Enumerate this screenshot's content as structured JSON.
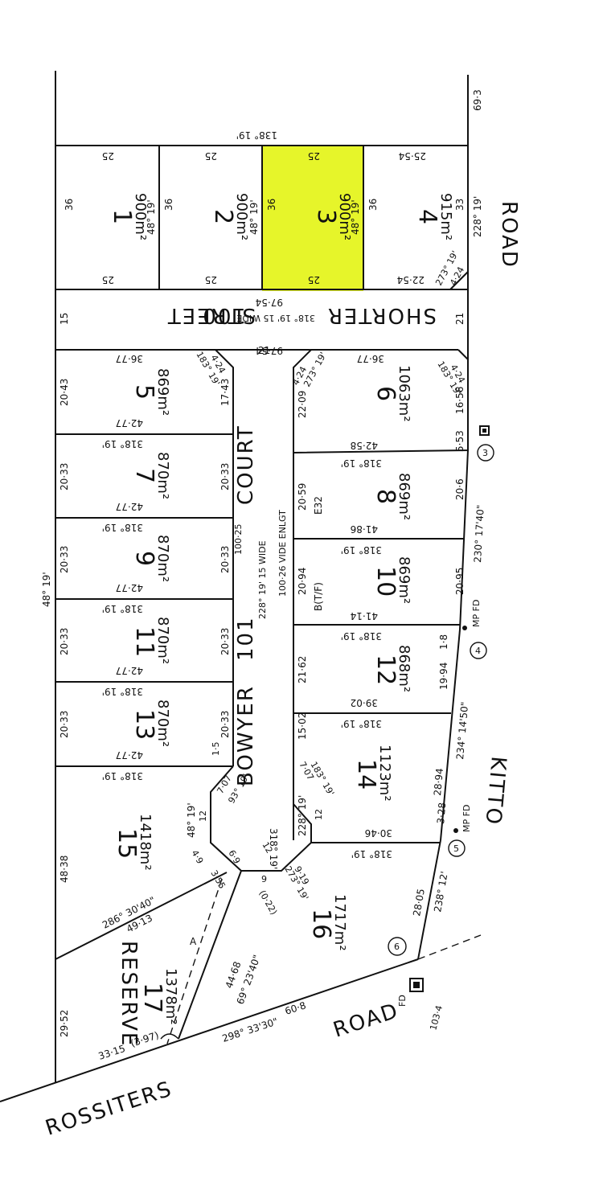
{
  "colors": {
    "highlight": "#e6f52a",
    "ink": "#111111",
    "background": "#ffffff"
  },
  "roads": {
    "rossiters": "ROSSITERS",
    "road_left": "ROAD",
    "kitto": "KITTO",
    "road_right": "ROAD",
    "shorter": "SHORTER",
    "street": "STREET",
    "street_no": "100",
    "bowyer": "BOWYER",
    "court": "COURT",
    "court_no": "101"
  },
  "street_notes": {
    "shorter_width": "318° 19'  15 WIDE",
    "court_width": "228° 19'  15 WIDE",
    "court_widening": "100·26  VIDE ENLGT",
    "court_length": "100·25"
  },
  "lots": [
    {
      "id": "1",
      "area": "900m²",
      "highlighted": false
    },
    {
      "id": "2",
      "area": "900m²",
      "highlighted": false
    },
    {
      "id": "3",
      "area": "900m²",
      "highlighted": true
    },
    {
      "id": "4",
      "area": "915m²",
      "highlighted": false
    },
    {
      "id": "5",
      "area": "869m²",
      "highlighted": false
    },
    {
      "id": "6",
      "area": "1063m²",
      "highlighted": false
    },
    {
      "id": "7",
      "area": "870m²",
      "highlighted": false
    },
    {
      "id": "8",
      "area": "869m²",
      "highlighted": false
    },
    {
      "id": "9",
      "area": "870m²",
      "highlighted": false
    },
    {
      "id": "10",
      "area": "869m²",
      "highlighted": false
    },
    {
      "id": "11",
      "area": "870m²",
      "highlighted": false
    },
    {
      "id": "12",
      "area": "868m²",
      "highlighted": false
    },
    {
      "id": "13",
      "area": "870m²",
      "highlighted": false
    },
    {
      "id": "14",
      "area": "1123m²",
      "highlighted": false
    },
    {
      "id": "15",
      "area": "1418m²",
      "highlighted": false
    },
    {
      "id": "16",
      "area": "1717m²",
      "highlighted": false
    },
    {
      "id": "17",
      "area": "1378m²",
      "highlighted": false,
      "label": "RESERVE"
    }
  ],
  "dimensions": {
    "top_bearing": "138° 19'",
    "right_top": "69·3",
    "left_bearing": "48° 19'",
    "kitto_bearing": "228° 19'",
    "lot_depth": "25",
    "lot4_depth": "25·54",
    "lot4_lower": "22·54",
    "lot_width_36": "36",
    "lot4_width": "33",
    "lot4_corner": "273° 19'",
    "lot4_corner_len": "4·24",
    "lot_bearing_4819": "48° 19'",
    "shorter_edge": "97·54",
    "shorter_left": "15",
    "shorter_right": "21",
    "court_top": "21",
    "lot5_top": "36·77",
    "lot5_left": "20·43",
    "lot5_right": "17·43",
    "lot5_corner": "183° 19'",
    "lot5_corner_len": "4·24",
    "lot6_top": "36·77",
    "lot6_left": "22·09",
    "lot6_right": "16·56",
    "lot6_corner": "273° 19'",
    "lot6_corner_len": "4·24",
    "lot6_corner2": "183° 19'",
    "lot6_bottom": "42·58",
    "lot8_bottom": "41·86",
    "lot10_bottom": "41·14",
    "lot12_bottom": "39·02",
    "lot14_bottom": "30·46",
    "w_4277": "42·77",
    "w_2033": "20·33",
    "b_31819": "318° 19'",
    "lot8_left": "20·59",
    "lot8_right": "20·6",
    "lot8_easement": "E32",
    "lot10_left": "20·94",
    "lot10_right": "20·95",
    "lot10_note": "B(T/F)",
    "lot12_left": "21·62",
    "lot12_right_a": "1·8",
    "lot12_right_b": "19·94",
    "lot14_left": "15·02",
    "lot14_corner": "183° 19'",
    "lot14_corner_len": "7·07",
    "kitto_b1": "230° 17'40\"",
    "kitto_b2": "234° 14'50\"",
    "kitto_b3": "238° 12'",
    "kitto_s1": "5·53",
    "kitto_s2": "28·94",
    "kitto_s3": "3·28",
    "kitto_s4": "28·05",
    "mark_3": "3",
    "mark_4": "4",
    "mark_5": "5",
    "mark_6": "6",
    "mp_fd": "MP FD",
    "fd": "FD",
    "fd_len": "103·4",
    "cul_a": "7·07",
    "cul_a_b": "93° 19'",
    "cul_b": "12",
    "cul_c": "9·19",
    "cul_c_b": "273° 19'",
    "cul_d": "9",
    "cul_e": "12",
    "cul_f": "(0·22)",
    "cul_g": "3·55",
    "cul_h": "4·9",
    "cul_i": "6·9",
    "cul_48": "48° 19'",
    "cul_228": "228° 19'",
    "lot13_left": "1·5",
    "lot15_left": "48·38",
    "lot15_bearing": "286° 30'40\"",
    "lot15_bottom": "49·13",
    "reserve_left": "29·52",
    "reserve_bottom": "33·15",
    "reserve_bottom2": "(3·97)",
    "diag_len": "44·68",
    "diag_bearing": "69° 23'40\"",
    "diag_label": "A",
    "rossiters_len": "60·8",
    "rossiters_bearing": "298° 33'30\""
  }
}
